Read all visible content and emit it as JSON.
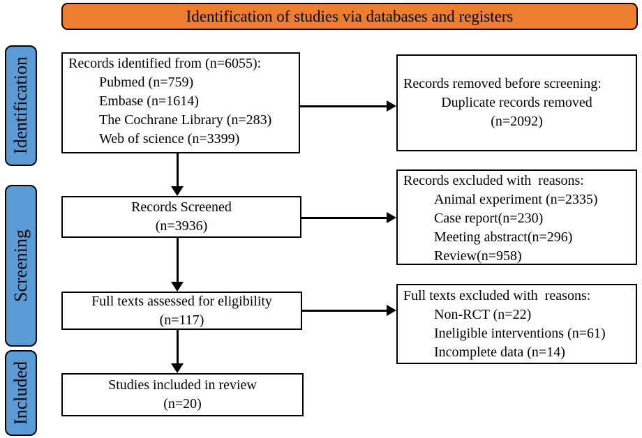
{
  "header": {
    "title": "Identification of studies via databases and registers"
  },
  "colors": {
    "header_fill": "#ED7D31",
    "stage_fill": "#5B9BD5",
    "border": "#000000",
    "background": "#FFFFFF"
  },
  "stages": [
    {
      "label": "Identification"
    },
    {
      "label": "Screening"
    },
    {
      "label": "Included"
    }
  ],
  "boxes": {
    "records_identified": {
      "title": "Records identified from (n=6055):",
      "items": [
        "Pubmed (n=759)",
        "Embase (n=1614)",
        "The Cochrane Library (n=283)",
        "Web of science (n=3399)"
      ]
    },
    "records_removed": {
      "title": "Records removed before screening:",
      "lines": [
        "Duplicate records removed",
        "(n=2092)"
      ]
    },
    "records_screened": {
      "lines": [
        "Records Screened",
        "(n=3936)"
      ]
    },
    "records_excluded": {
      "title": "Records excluded with  reasons:",
      "items": [
        "Animal experiment (n=2335)",
        "Case report(n=230)",
        "Meeting abstract(n=296)",
        "Review(n=958)"
      ]
    },
    "full_texts_assessed": {
      "lines": [
        "Full texts assessed for eligibility",
        "(n=117)"
      ]
    },
    "full_texts_excluded": {
      "title": "Full texts excluded with  reasons:",
      "items": [
        "Non-RCT (n=22)",
        "Ineligible interventions (n=61)",
        "Incomplete data (n=14)"
      ]
    },
    "studies_included": {
      "lines": [
        "Studies included in review",
        "(n=20)"
      ]
    }
  }
}
